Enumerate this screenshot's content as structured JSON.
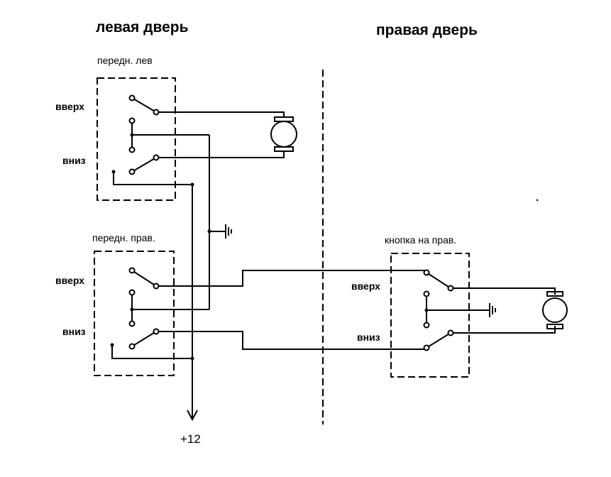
{
  "headers": {
    "left_door": "левая дверь",
    "right_door": "правая дверь"
  },
  "modules": {
    "front_left": {
      "title": "передн. лев",
      "up_label": "вверх",
      "down_label": "вниз"
    },
    "front_right": {
      "title": "передн. прав.",
      "up_label": "вверх",
      "down_label": "вниз"
    },
    "right_door_button": {
      "title": "кнопка на прав.",
      "up_label": "вверх",
      "down_label": "вниз"
    }
  },
  "supply": {
    "label": "+12"
  },
  "symbols": {
    "ground": "ground-icon",
    "motor": "motor-icon",
    "arrow": "arrow-down-icon"
  }
}
